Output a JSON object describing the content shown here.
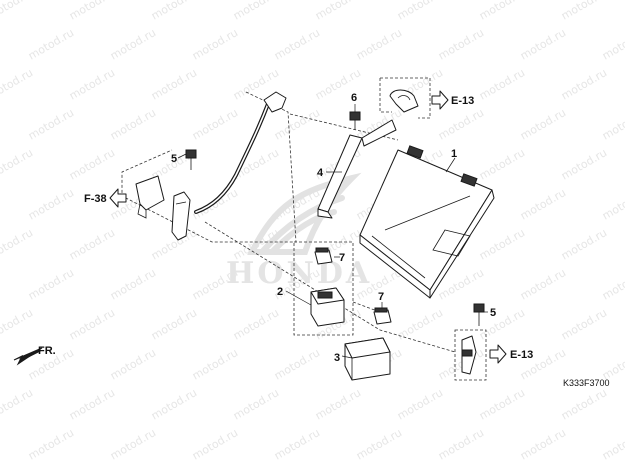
{
  "watermark": {
    "text": "motod.ru"
  },
  "brand_logo": {
    "text": "HONDA"
  },
  "part_labels": {
    "p1": "1",
    "p2": "2",
    "p3": "3",
    "p4": "4",
    "p5_top": "5",
    "p5_right": "5",
    "p6": "6",
    "p7_top": "7",
    "p7_low": "7"
  },
  "references": {
    "e13_top": "E-13",
    "e13_bottom": "E-13",
    "f38": "F-38"
  },
  "direction": {
    "label": "FR."
  },
  "diagram_code": "K333F3700"
}
